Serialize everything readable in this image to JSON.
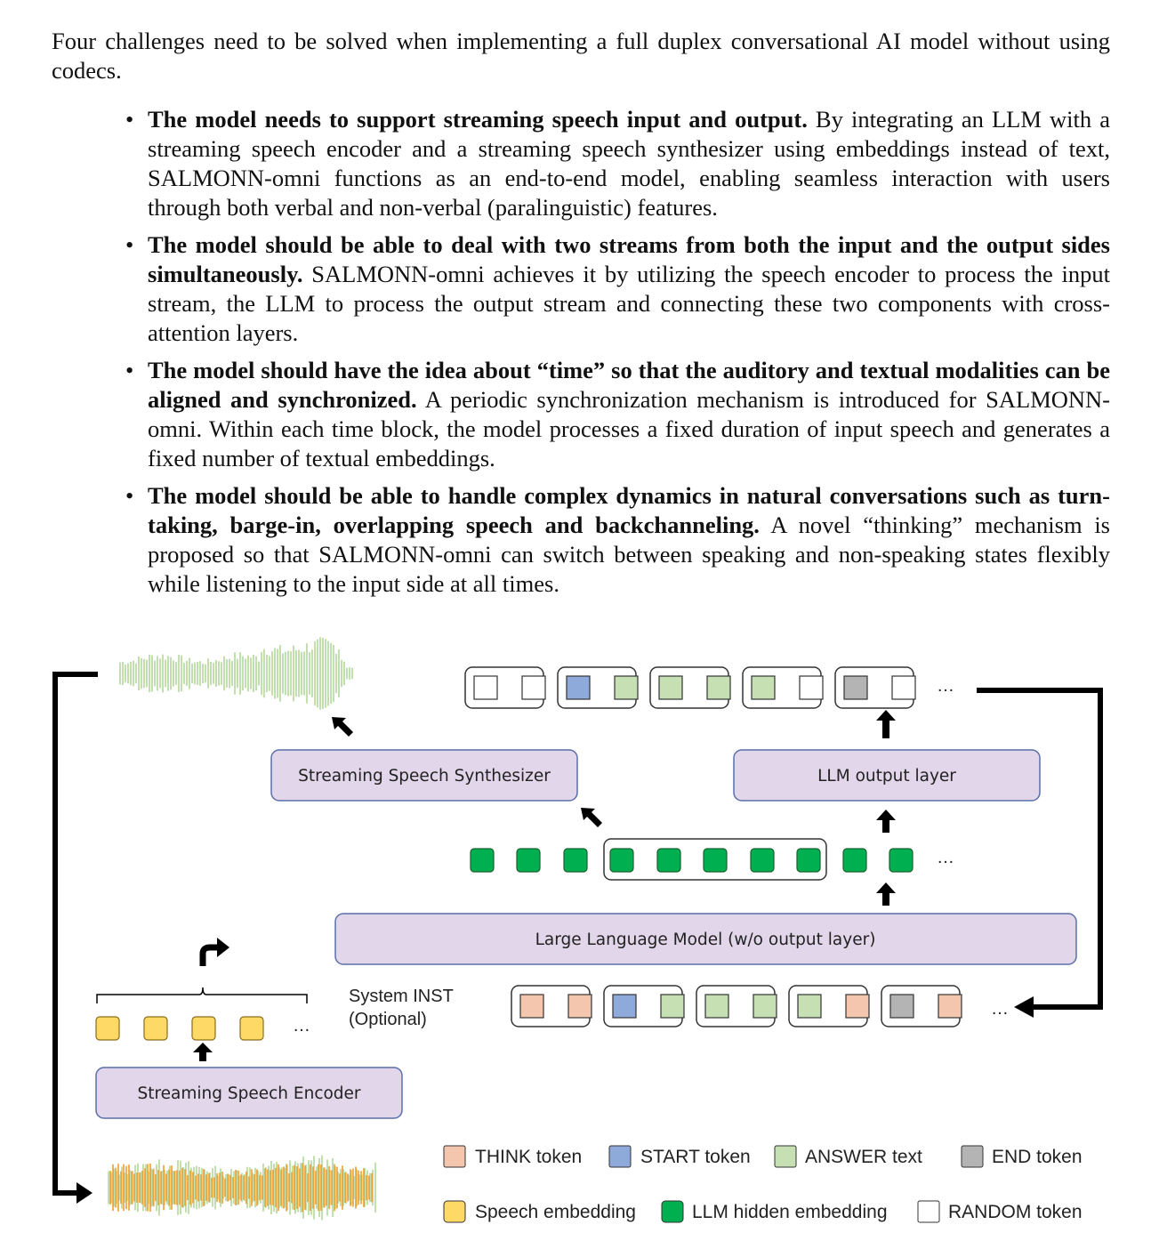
{
  "text": {
    "intro": "Four challenges need to be solved when implementing a full duplex conversational AI model without using codecs.",
    "bullet_char": "•",
    "bullets": [
      {
        "bold": "The model needs to support streaming speech input and output.",
        "rest": " By integrating an LLM with a streaming speech encoder and a streaming speech synthesizer using embeddings instead of text, SALMONN-omni functions as an end-to-end model, enabling seamless interaction with users through both verbal and non-verbal (paralinguistic) features."
      },
      {
        "bold": "The model should be able to deal with two streams from both the input and the output sides simultaneously.",
        "rest": " SALMONN-omni achieves it by utilizing the speech encoder to process the input stream, the LLM to process the output stream and connecting these two components with cross-attention layers."
      },
      {
        "bold": "The model should have the idea about “time” so that the auditory and textual modalities can be aligned and synchronized.",
        "rest": " A periodic synchronization mechanism is introduced for SALMONN-omni. Within each time block, the model processes a fixed duration of input speech and generates a fixed number of textual embeddings."
      },
      {
        "bold": "The model should be able to handle complex dynamics in natural conversations such as turn-taking, barge-in, overlapping speech and backchanneling.",
        "rest": " A novel “thinking” mechanism is proposed so that SALMONN-omni can switch between speaking and non-speaking states flexibly while listening to the input side at all times."
      }
    ]
  },
  "figure": {
    "synthesizer_label": "Streaming Speech Synthesizer",
    "llm_output_label": "LLM output layer",
    "llm_label": "Large Language Model (w/o output layer)",
    "encoder_label": "Streaming Speech Encoder",
    "system_inst_line1": "System INST",
    "system_inst_line2": "(Optional)",
    "ellipsis": "…",
    "output_tokens": [
      [
        "random",
        "random"
      ],
      [
        "start",
        "answer"
      ],
      [
        "answer",
        "answer"
      ],
      [
        "answer",
        "random"
      ],
      [
        "end",
        "random"
      ]
    ],
    "input_tokens": [
      [
        "think",
        "think"
      ],
      [
        "start",
        "answer"
      ],
      [
        "answer",
        "answer"
      ],
      [
        "answer",
        "think"
      ],
      [
        "end",
        "think"
      ]
    ],
    "legend": {
      "think": "THINK token",
      "start": "START token",
      "answer": "ANSWER text",
      "end": "END token",
      "speech": "Speech embedding",
      "hidden": "LLM hidden embedding",
      "random": "RANDOM token"
    },
    "colors": {
      "think": "#f5c6ae",
      "start": "#8eaadb",
      "answer": "#c6e0b4",
      "end": "#b4b4b4",
      "speech": "#ffd966",
      "hidden": "#00b050",
      "random": "#ffffff",
      "module": "#e2d6ea",
      "module_border": "#5b6fa8",
      "wave_green": "#a9d18e",
      "wave_orange": "#ed9f2e"
    }
  }
}
